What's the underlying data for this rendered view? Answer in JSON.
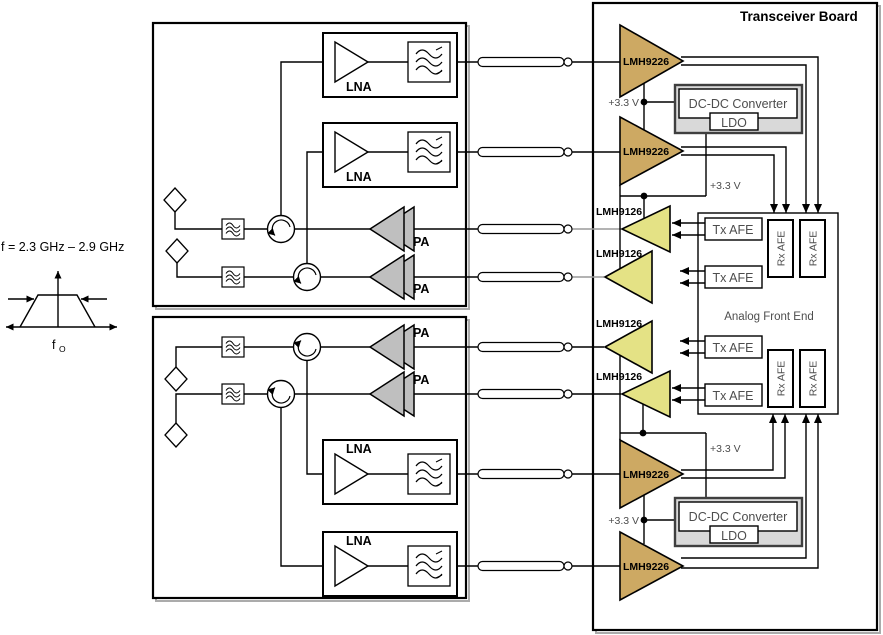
{
  "diagram": {
    "board_title": "Transceiver Board",
    "afe_title": "Analog Front End",
    "freq_note": "f = 2.3 GHz – 2.9 GHz",
    "center_freq": "f",
    "center_freq_sub": "O",
    "labels": {
      "lna": "LNA",
      "pa": "PA",
      "rx_amp": "LMH9226",
      "tx_amp": "LMH9126",
      "tx_afe": "Tx AFE",
      "rx_afe": "Rx AFE",
      "dcdc": "DC-DC Converter",
      "ldo": "LDO",
      "supply": "+3.3 V"
    },
    "colors": {
      "rx_amp_fill": "#CDA963",
      "tx_amp_fill": "#E4E285",
      "pa_fill": "#BFBFBF",
      "dcdc_fill": "#D9D9D9"
    }
  }
}
